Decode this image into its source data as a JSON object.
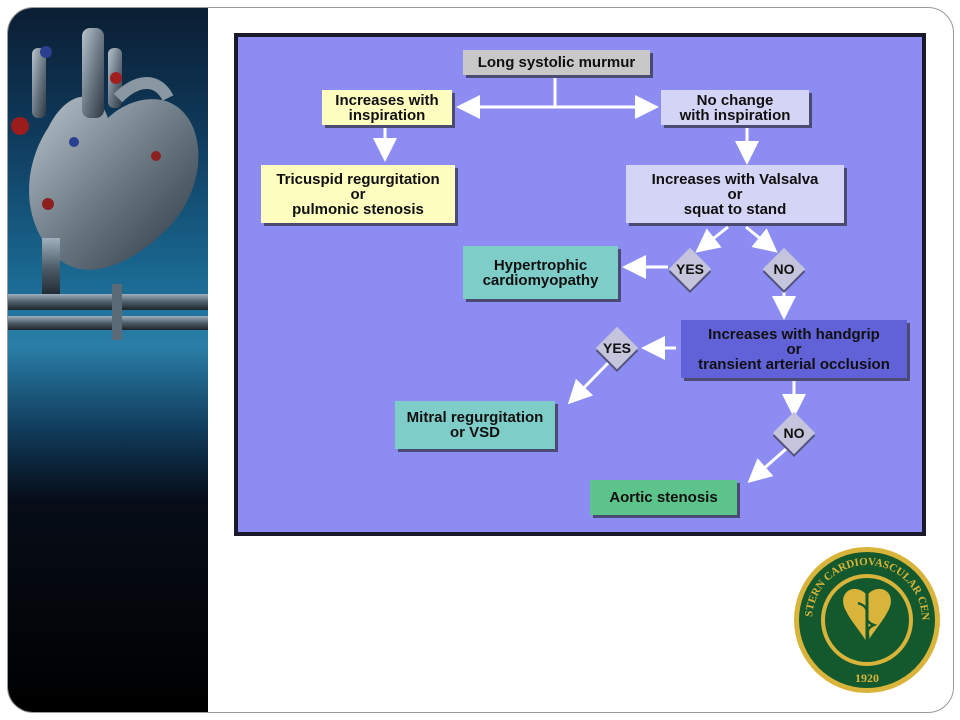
{
  "flowchart": {
    "root": "Long systolic murmur",
    "increases_with_inspiration": "Increases with\ninspiration",
    "no_change_with_inspiration": "No change\nwith inspiration",
    "tricuspid": "Tricuspid regurgitation\nor\npulmonic stenosis",
    "valsalva": "Increases with Valsalva\nor\nsquat to stand",
    "hypertrophic": "Hypertrophic\ncardiomyopathy",
    "handgrip": "Increases with handgrip\nor\ntransient arterial occlusion",
    "mitral": "Mitral regurgitation\nor VSD",
    "aortic": "Aortic stenosis",
    "yes_1": "YES",
    "no_1": "NO",
    "yes_2": "YES",
    "no_2": "NO"
  },
  "logo": {
    "text": "THE STERN CARDIOVASCULAR CENTER",
    "year": "1920"
  },
  "colors": {
    "flow_background": "#8c8cf2",
    "root_box": "#c8c8c8",
    "yellow_box": "#fdfdc0",
    "lavender_box": "#d4d4f7",
    "teal_box": "#7ecdc9",
    "indigo_box": "#6262d8",
    "green_box": "#5cc48a",
    "logo_gold": "#d9b43a",
    "logo_green": "#14592d"
  },
  "icons": [
    "heart-machine-illustration",
    "stern-cardiovascular-center-seal"
  ]
}
